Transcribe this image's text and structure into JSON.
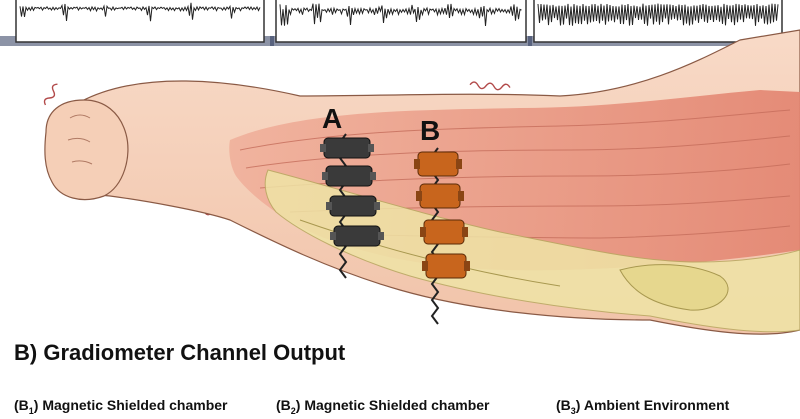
{
  "sensors": {
    "a_label": "A",
    "b_label": "B"
  },
  "section": {
    "title": "B) Gradiometer Channel Output"
  },
  "captions": [
    {
      "prefix": "(B",
      "sub": "1",
      "suffix": ") Magnetic Shielded chamber"
    },
    {
      "prefix": "(B",
      "sub": "2",
      "suffix": ") Magnetic Shielded chamber"
    },
    {
      "prefix": "(B",
      "sub": "3",
      "suffix": ") Ambient Environment"
    }
  ],
  "colors": {
    "skin": "#f6d2bc",
    "muscle": "#e89a86",
    "bone": "#efe4a6",
    "sensor_a": "#3a3a3a",
    "sensor_b": "#c8651d",
    "noise": "#b24a4a",
    "shadow": "#2e3b5c"
  }
}
